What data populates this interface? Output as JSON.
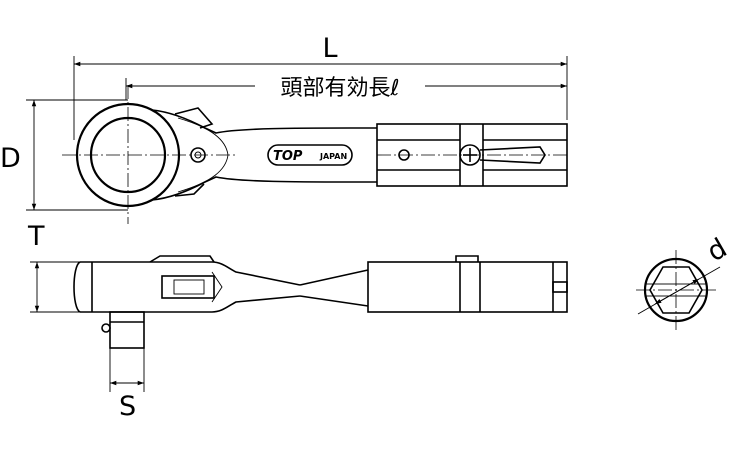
{
  "dimensions": {
    "overall_length": "L",
    "head_length": "頭部有効長ℓ",
    "head_diameter": "D",
    "thickness": "T",
    "square_drive": "S",
    "bit_hex": "d"
  },
  "brand": {
    "logo_text": "TOP",
    "origin_text": "JAPAN"
  }
}
